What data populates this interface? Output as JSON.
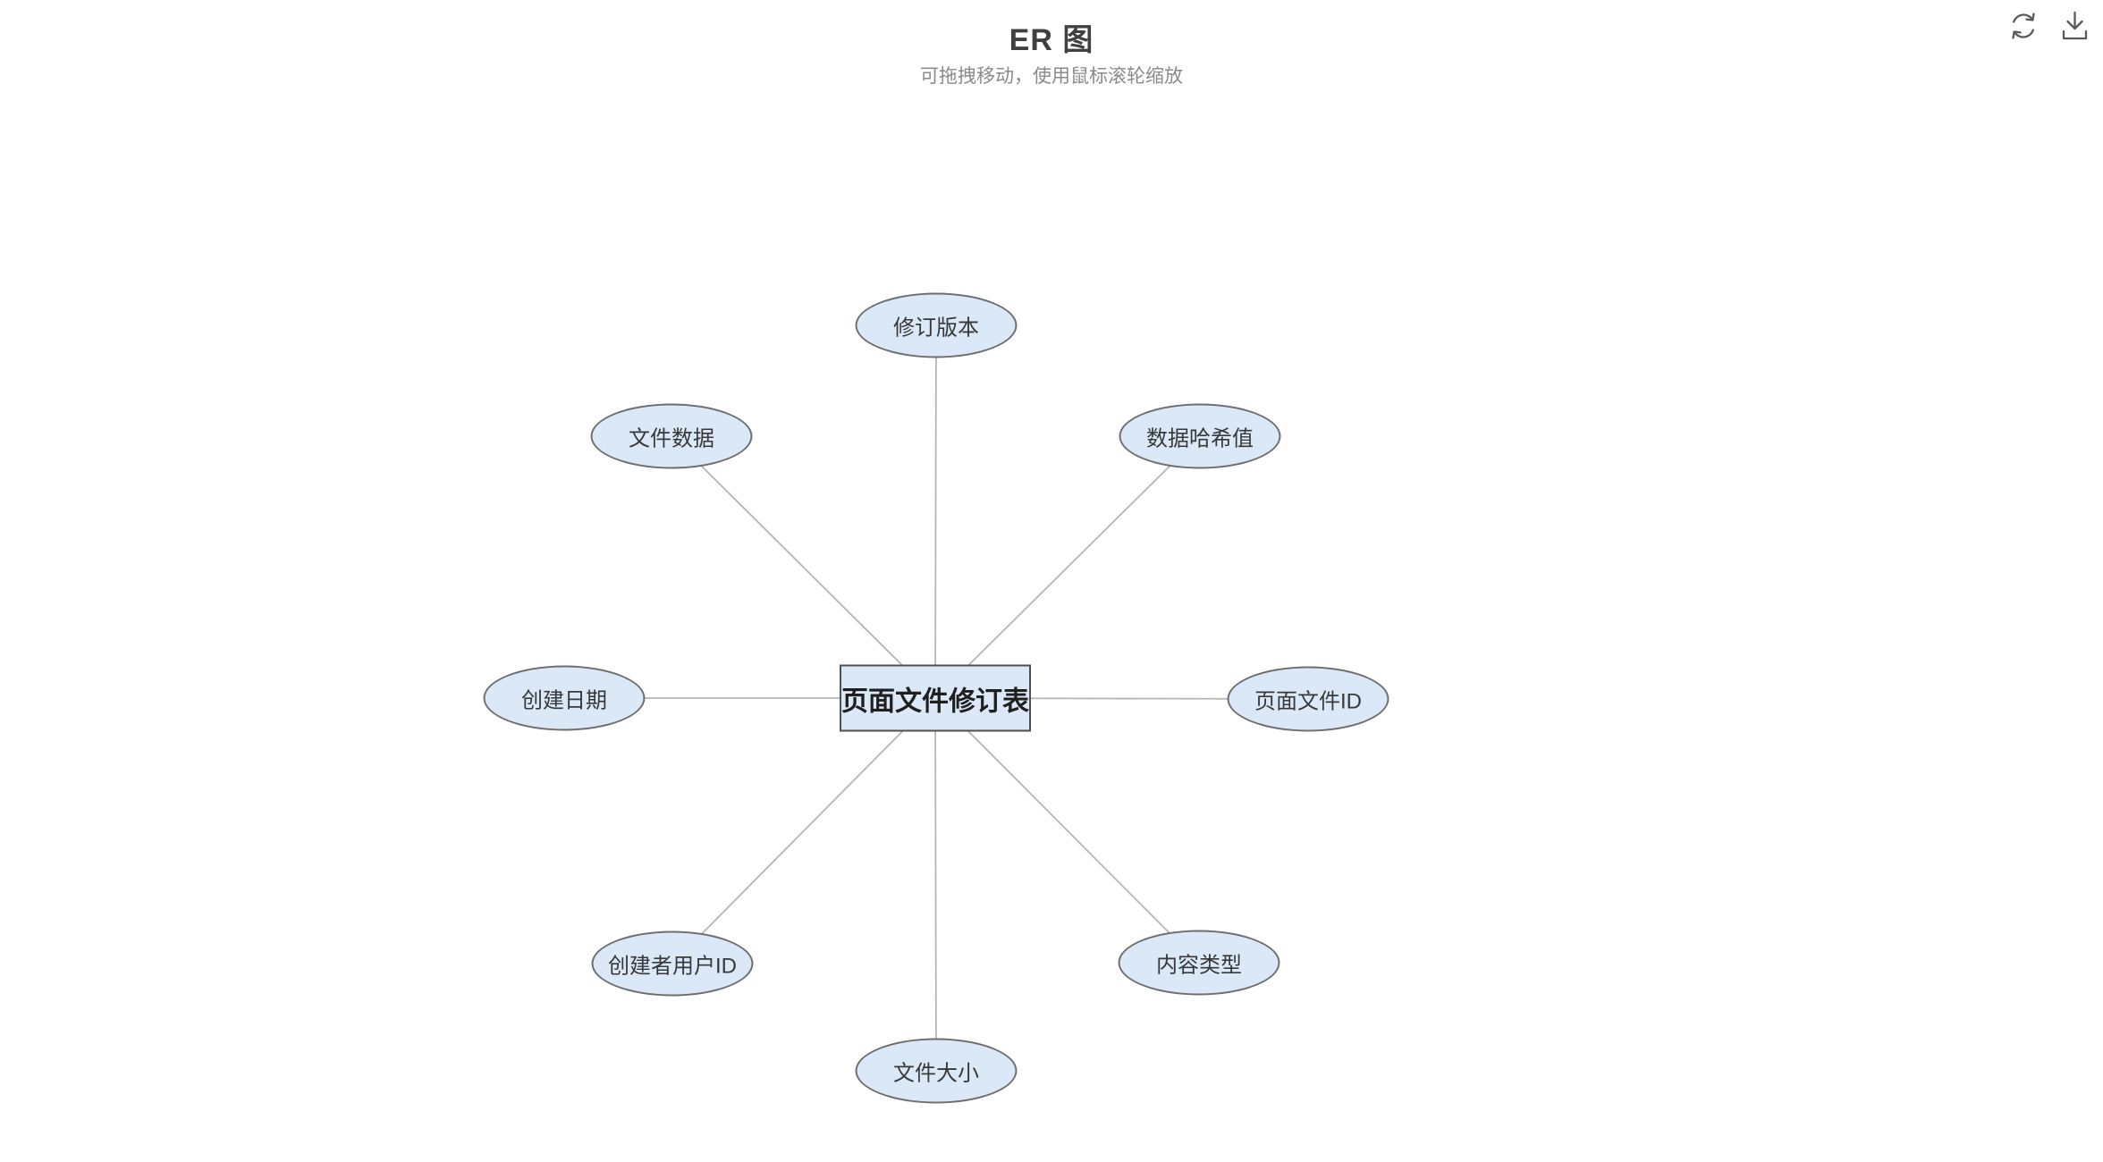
{
  "header": {
    "title": "ER 图",
    "subtitle": "可拖拽移动，使用鼠标滚轮缩放"
  },
  "toolbar": {
    "icons": [
      "refresh-icon",
      "download-icon"
    ]
  },
  "diagram": {
    "type": "entity-relationship",
    "entity": "页面文件修订表",
    "attributes": [
      "修订版本",
      "文件数据",
      "数据哈希值",
      "创建日期",
      "页面文件ID",
      "创建者用户ID",
      "内容类型",
      "文件大小"
    ],
    "colors": {
      "node_fill": "#dbe8f8",
      "attribute_border": "#6e6e6e",
      "entity_border": "#4f4f4f",
      "edge": "#b5b5b5",
      "entity_text": "#1f1f1f",
      "attribute_text": "#383838",
      "title_text": "#404040",
      "subtitle_text": "#8a8a8a",
      "icon": "#595959"
    }
  }
}
